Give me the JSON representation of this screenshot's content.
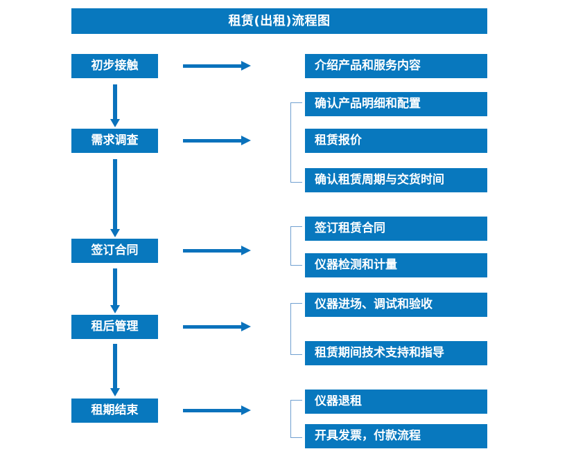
{
  "header": {
    "title": "租赁(出租)流程图"
  },
  "colors": {
    "primary_blue": "#0878BE",
    "arrow_blue": "#0A72BC",
    "bracket_blue": "#6F9FD0",
    "box_text": "#FFFFFF",
    "background": "#FFFFFF"
  },
  "stages": [
    {
      "label": "初步接触"
    },
    {
      "label": "需求调查"
    },
    {
      "label": "签订合同"
    },
    {
      "label": "租后管理"
    },
    {
      "label": "租期结束"
    }
  ],
  "details": [
    {
      "label": "介绍产品和服务内容"
    },
    {
      "label": "确认产品明细和配置"
    },
    {
      "label": "租赁报价"
    },
    {
      "label": "确认租赁周期与交货时间"
    },
    {
      "label": "签订租赁合同"
    },
    {
      "label": "仪器检测和计量"
    },
    {
      "label": "仪器进场、调试和验收"
    },
    {
      "label": "租赁期间技术支持和指导"
    },
    {
      "label": "仪器退租"
    },
    {
      "label": "开具发票，付款流程"
    }
  ],
  "connectors": {
    "horizontal_arrow_name": "flow-arrow-right",
    "vertical_arrow_name": "flow-arrow-down",
    "bracket_name": "group-bracket"
  }
}
